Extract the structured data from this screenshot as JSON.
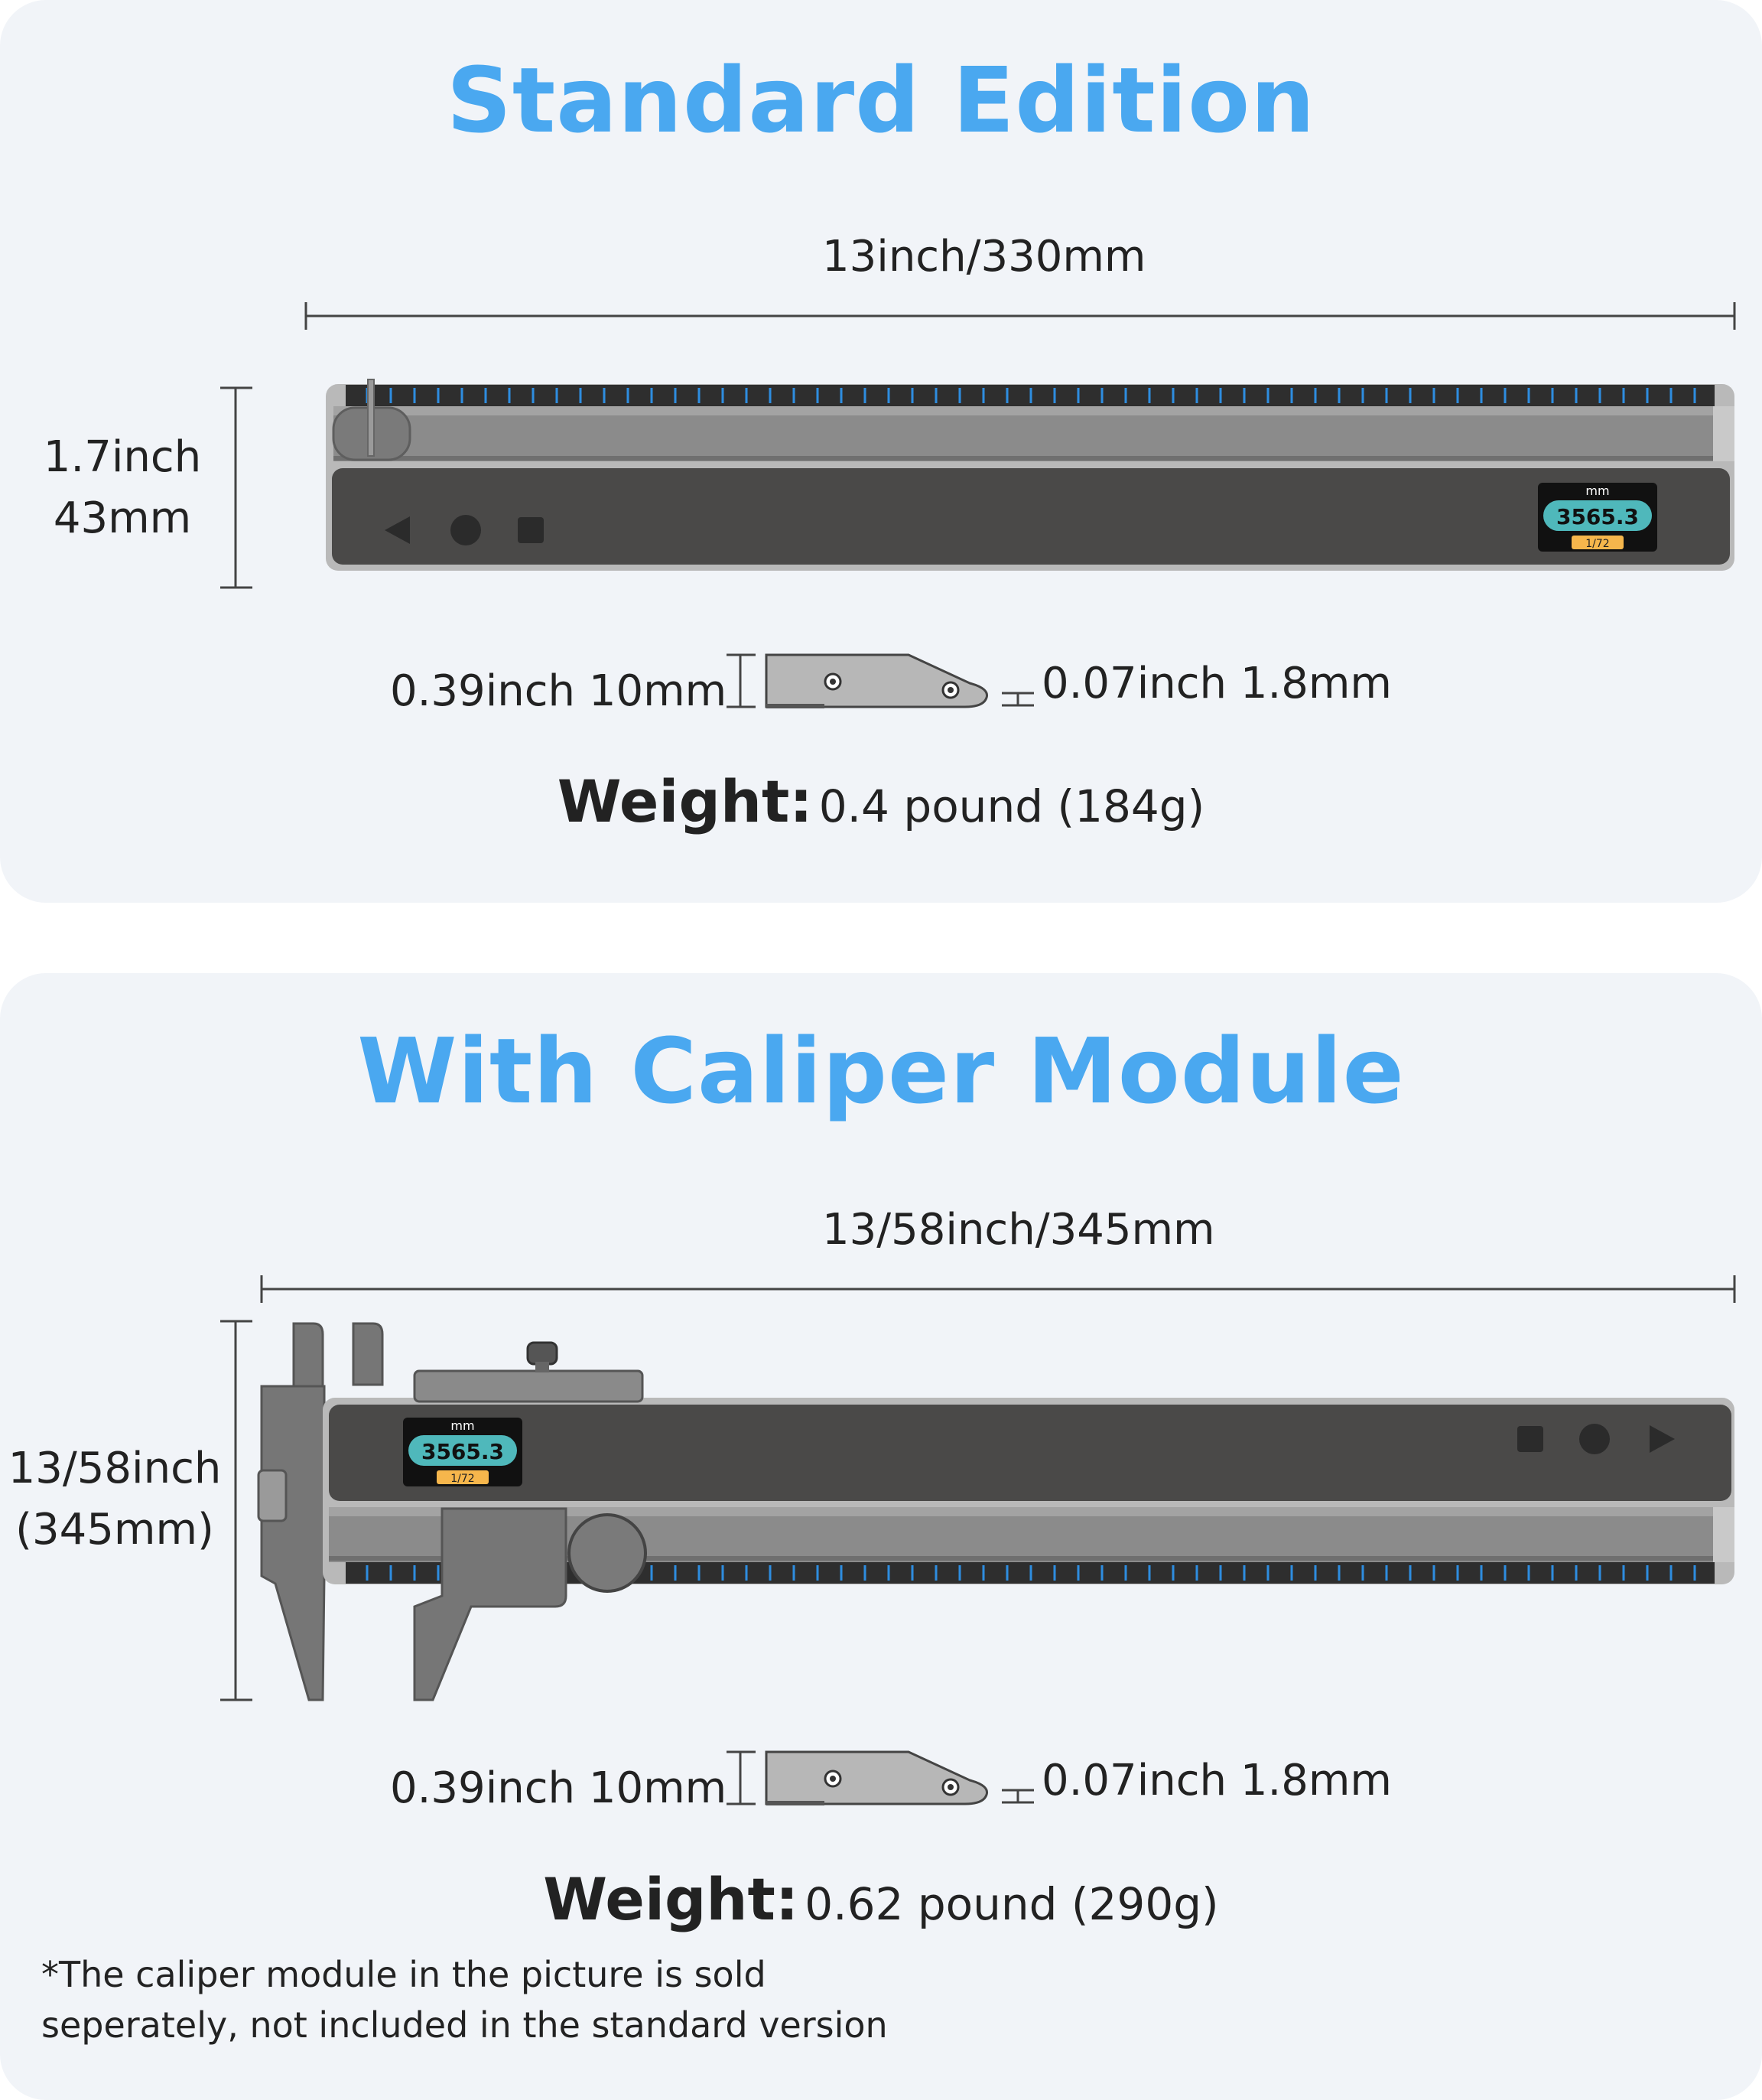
{
  "standard": {
    "title": "Standard Edition",
    "width_label": "13inch/330mm",
    "height_inch": "1.7inch",
    "height_mm": "43mm",
    "insert_height_label": "0.39inch 10mm",
    "insert_thickness_label": "0.07inch 1.8mm",
    "weight_label": "Weight:",
    "weight_value": "0.4 pound (184g)",
    "display": {
      "unit": "mm",
      "value": "3565.3",
      "fraction": "1/72"
    }
  },
  "caliper": {
    "title": "With Caliper Module",
    "width_label": "13/58inch/345mm",
    "height_inch": "13/58inch",
    "height_mm": "(345mm)",
    "insert_height_label": "0.39inch 10mm",
    "insert_thickness_label": "0.07inch 1.8mm",
    "weight_label": "Weight:",
    "weight_value": "0.62 pound (290g)",
    "display": {
      "unit": "mm",
      "value": "3565.3",
      "fraction": "1/72"
    }
  },
  "note": {
    "line1": "*The caliper module in the picture is sold",
    "line2": "seperately, not included in the standard version"
  },
  "colors": {
    "title_blue": "#4aa8f0",
    "panel_bg": "#f1f4f8",
    "display_teal": "#4fb8bb",
    "display_orange": "#f6b64c",
    "tick_blue": "#2e8de0"
  },
  "icons": {
    "standard_buttons": [
      "play-left-icon",
      "record-circle-icon",
      "stop-square-icon"
    ],
    "caliper_buttons": [
      "stop-square-icon",
      "record-circle-icon",
      "play-right-icon"
    ]
  }
}
